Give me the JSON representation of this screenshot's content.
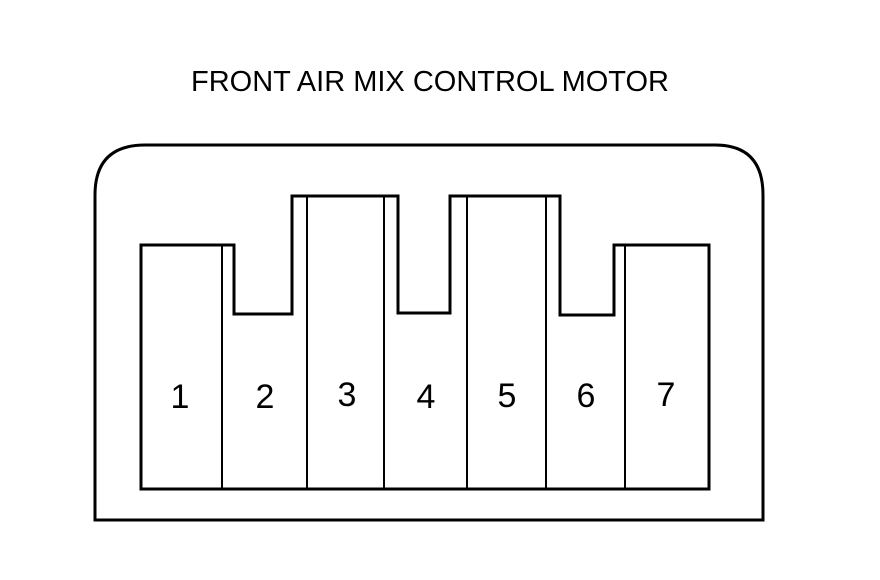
{
  "title": "FRONT AIR MIX CONTROL MOTOR",
  "connector": {
    "pins": [
      {
        "label": "1"
      },
      {
        "label": "2"
      },
      {
        "label": "3"
      },
      {
        "label": "4"
      },
      {
        "label": "5"
      },
      {
        "label": "6"
      },
      {
        "label": "7"
      }
    ]
  },
  "colors": {
    "line": "#000000",
    "background": "#ffffff"
  }
}
